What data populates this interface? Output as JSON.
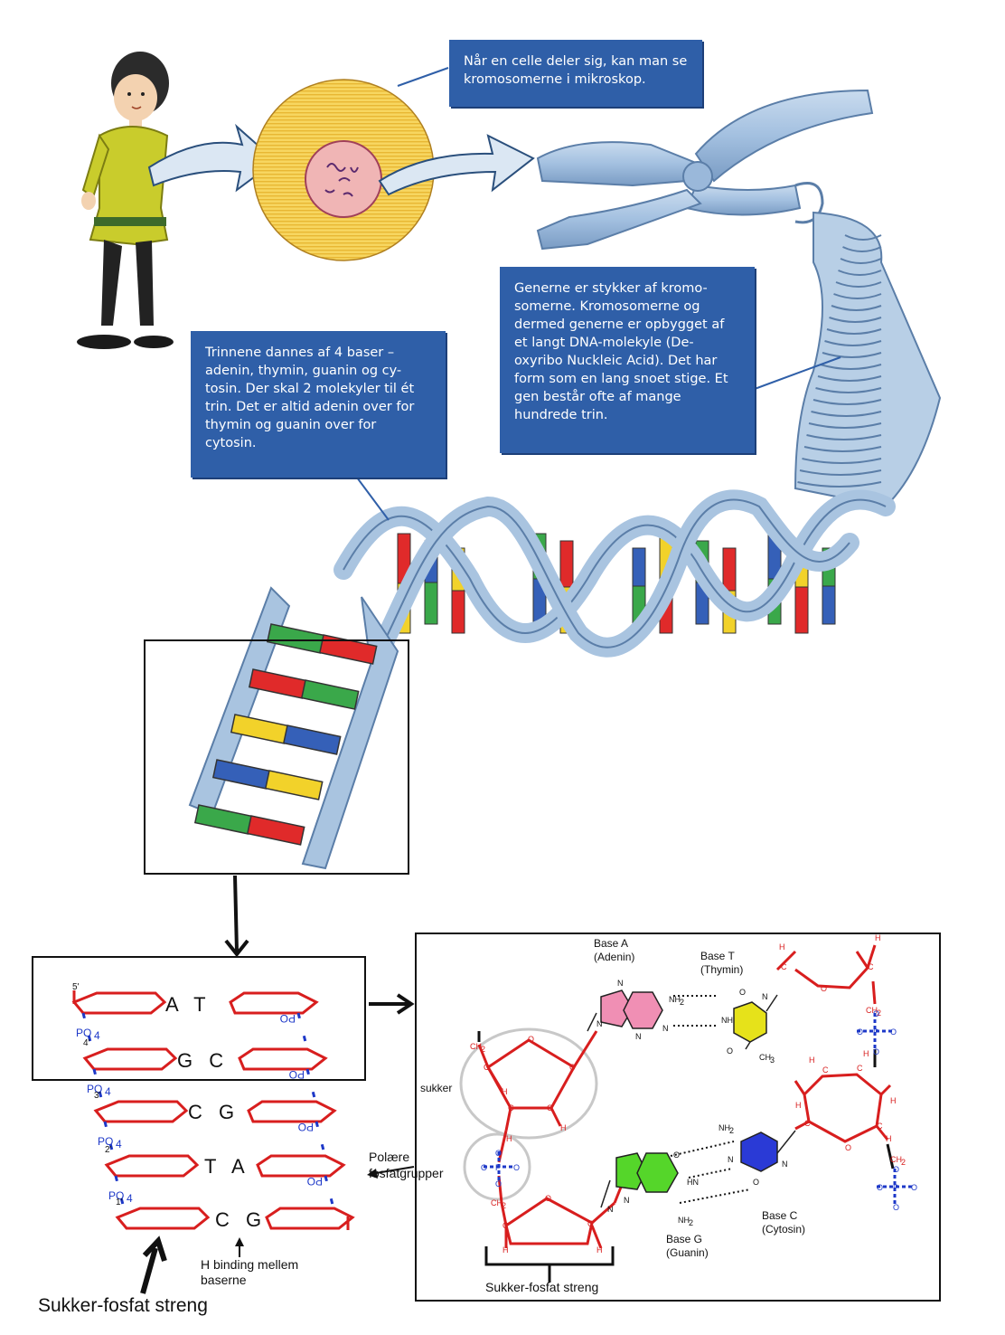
{
  "top": {
    "box1": "Når en celle deler sig, kan man se kromosomerne i mikroskop.",
    "box2": "Generne er stykker af kromo- somerne. Kromosomerne og dermed generne er opbygget af et langt DNA-molekyle (De- oxyribo Nuckleic Acid). Det har form som en lang snoet stige. Et gen består ofte af mange hundrede trin.",
    "box3": "Trinnene dannes af 4 baser – adenin, thymin, guanin og cy- tosin. Der skal 2 molekyler til ét trin. Det er altid adenin over for thymin og guanin over for cytosin."
  },
  "ladder": {
    "pairs": [
      "A T",
      "G C",
      "C G",
      "T A",
      "C G"
    ],
    "po4": "PO",
    "po4_sub": "4",
    "primes": [
      "5'",
      "4'",
      "3'",
      "2'",
      "1'"
    ],
    "label_polar": "Polære fosfatgrupper",
    "label_hbond": "H binding mellem baserne",
    "label_strand": "Sukker-fosfat streng"
  },
  "molecule": {
    "base_a": "Base A (Adenin)",
    "base_t": "Base T (Thymin)",
    "base_g": "Base G (Guanin)",
    "base_c": "Base C (Cytosin)",
    "sukker": "sukker",
    "strand": "Sukker-fosfat streng",
    "atoms": {
      "N": "N",
      "O": "O",
      "C": "C",
      "H": "H",
      "P": "P",
      "CH3": "CH",
      "NH2": "NH",
      "CH2": "CH",
      "sub2": "2",
      "sub3": "3"
    }
  },
  "colors": {
    "box": "#2f5fa8",
    "sugar": "#d81e1e",
    "phosphate": "#1d38c8",
    "dna_strand": "#a9c4e0",
    "base_red": "#e02a2a",
    "base_blue": "#3560b8",
    "base_yellow": "#f2d22a",
    "base_green": "#3aa84a"
  }
}
